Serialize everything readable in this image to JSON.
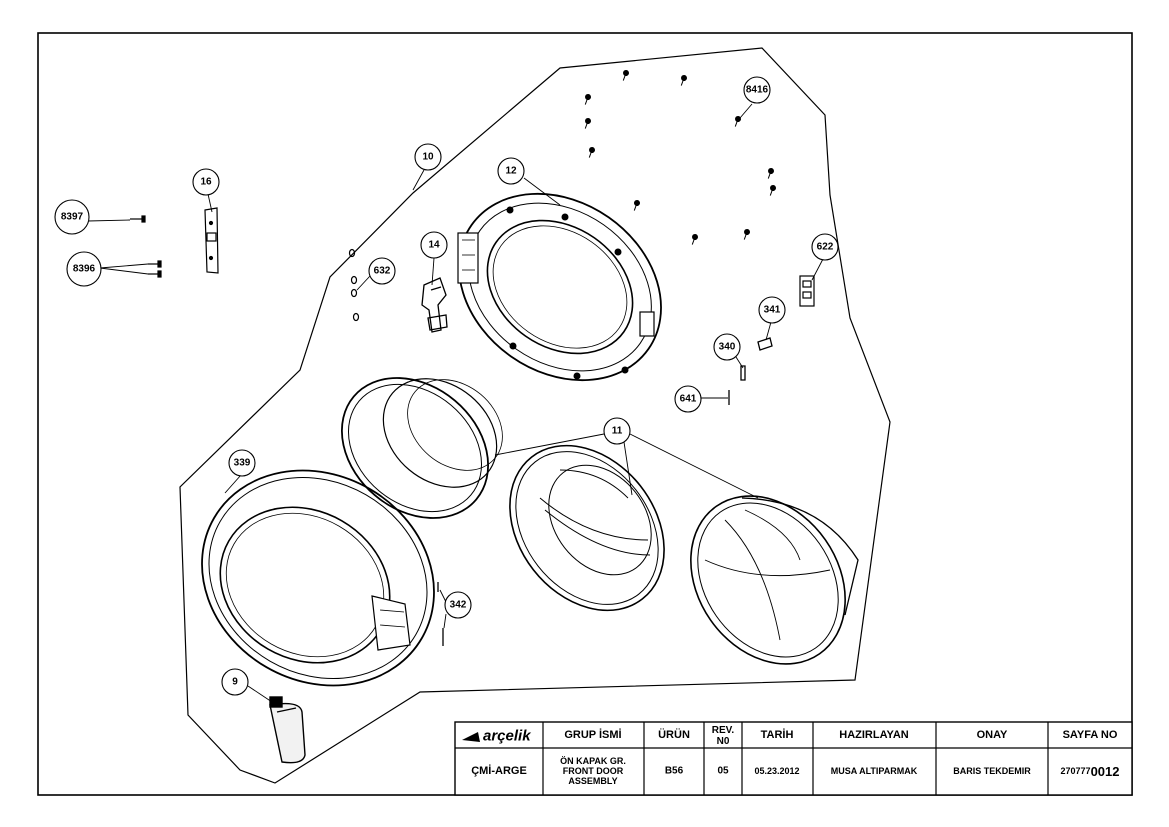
{
  "callouts": [
    "8416",
    "10",
    "12",
    "16",
    "8397",
    "8396",
    "632",
    "14",
    "622",
    "341",
    "340",
    "641",
    "11",
    "339",
    "342",
    "9"
  ],
  "title_block": {
    "logo": "arçelik",
    "headers": [
      "GRUP İSMİ",
      "ÜRÜN",
      "REV. N0",
      "TARİH",
      "HAZIRLAYAN",
      "ONAY",
      "SAYFA NO"
    ],
    "dept": "ÇMİ-ARGE",
    "group_name": [
      "ÖN KAPAK GR.",
      "FRONT DOOR",
      "ASSEMBLY"
    ],
    "product": "B56",
    "rev": "05",
    "date": "05.23.2012",
    "prepared_by": "MUSA ALTIPARMAK",
    "approved_by": "BARIS TEKDEMIR",
    "page_no_prefix": "270777",
    "page_no_suffix": "0012"
  }
}
